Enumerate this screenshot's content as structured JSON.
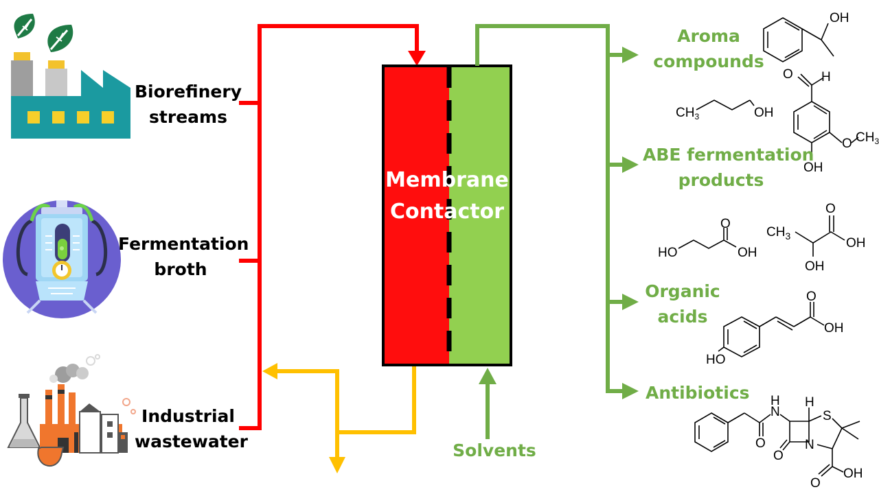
{
  "contactor": {
    "line1": "Membrane",
    "line2": "Contactor"
  },
  "sources": [
    {
      "line1": "Biorefinery",
      "line2": "streams",
      "icon": "factory-icon"
    },
    {
      "line1": "Fermentation",
      "line2": "broth",
      "icon": "bioreactor-icon"
    },
    {
      "line1": "Industrial",
      "line2": "wastewater",
      "icon": "industrial-plant-icon"
    }
  ],
  "outputs": [
    {
      "line1": "Aroma",
      "line2": "compounds"
    },
    {
      "line1": "ABE fermentation",
      "line2": "products"
    },
    {
      "line1": "Organic",
      "line2": "acids"
    },
    {
      "line1": "Antibiotics",
      "line2": ""
    }
  ],
  "solvents": {
    "label": "Solvents"
  },
  "chemistry": {
    "oh": "OH",
    "o": "O",
    "h": "H",
    "ch3": "CH",
    "sub3": "3",
    "ho": "HO",
    "n": "N",
    "s": "S",
    "o_methoxy": "O",
    "ch3_methoxy": "CH"
  },
  "colors": {
    "feed": "#ff0000",
    "product": "#70ad47",
    "retentate": "#ffc000",
    "membrane_feed": "#ff0d0d",
    "membrane_product": "#92d050",
    "text_dark": "#000000"
  }
}
